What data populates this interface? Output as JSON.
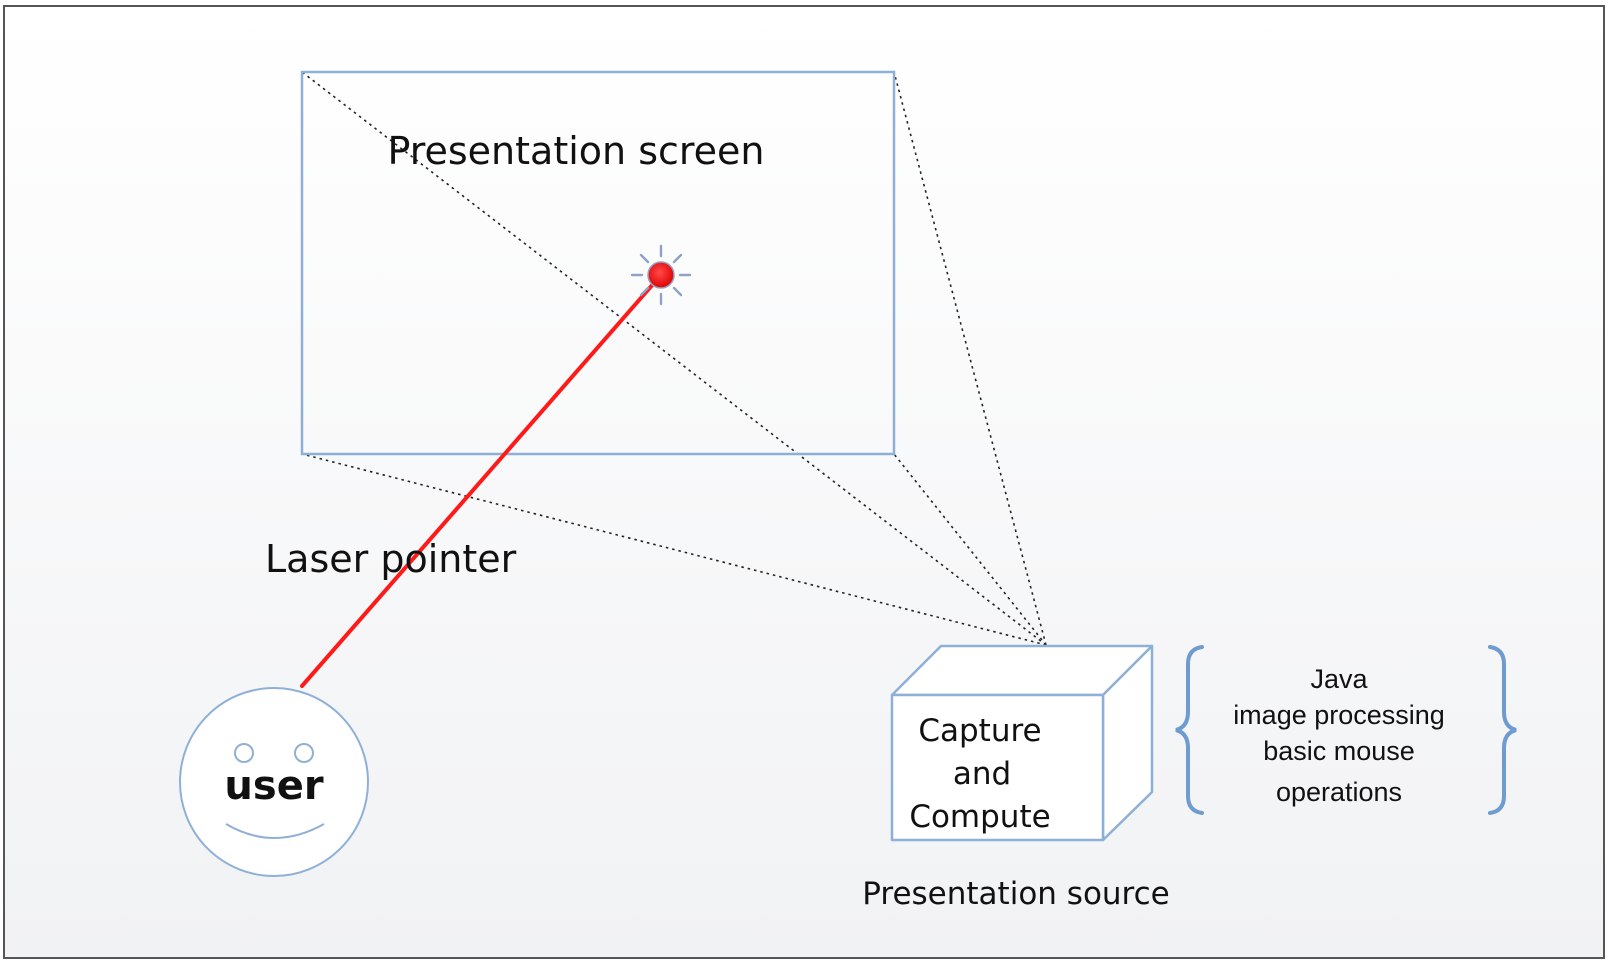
{
  "diagram": {
    "screen": {
      "label": "Presentation screen"
    },
    "laser": {
      "label": "Laser pointer",
      "color": "#ff1a1a"
    },
    "user": {
      "label": "user"
    },
    "source_box": {
      "line1": "Capture",
      "line2": "and",
      "line3": "Compute",
      "caption": "Presentation source"
    },
    "tech_notes": {
      "line1": "Java",
      "line2": "image processing",
      "line3": "basic mouse",
      "line4": "operations"
    },
    "colors": {
      "outline": "#8fb0d6",
      "brace": "#6e9bd0",
      "laser": "#ff1a1a",
      "dot": "#ff1a1a"
    }
  }
}
